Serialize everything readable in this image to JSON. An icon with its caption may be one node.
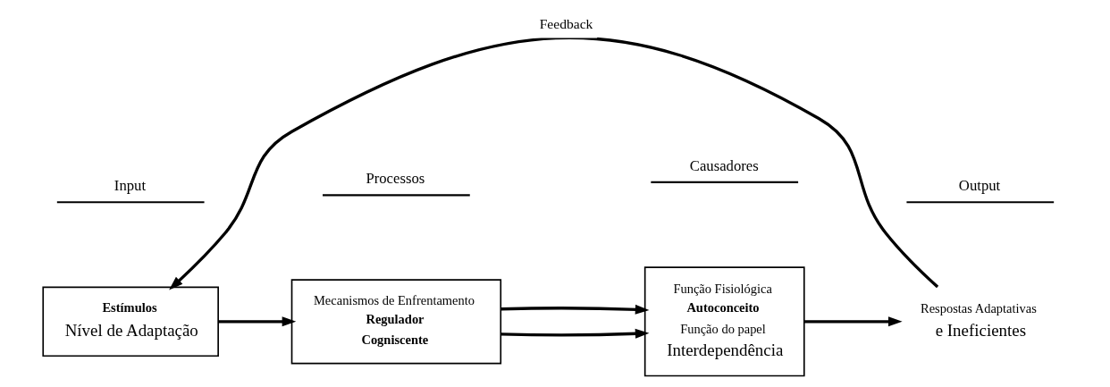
{
  "diagram": {
    "nodes": [
      {
        "text": [
          "Estímulos",
          "Nível de Adaptação"
        ]
      },
      {
        "text": [
          "Mecanismos de Enfrentamento",
          "Regulador",
          "Cogniscente"
        ]
      },
      {
        "text": [
          "Função Fisiológica",
          "Autoconceito",
          "Função do papel",
          "Interdependência"
        ]
      },
      {
        "text": [
          "Respostas Adaptativas",
          "e Ineficientes"
        ]
      }
    ],
    "edges": [
      {
        "from": 0,
        "to": 1,
        "arrow": "to"
      },
      {
        "from": 1,
        "to": 2,
        "arrow": "to"
      },
      {
        "from": 1,
        "to": 2,
        "arrow": "to"
      },
      {
        "from": 2,
        "to": 3,
        "arrow": "to"
      },
      {
        "from": 3,
        "to": 0,
        "arrow": "to",
        "label": "Feedback"
      }
    ],
    "labels": [
      "Input",
      "Processos",
      "Causadores",
      "Output"
    ]
  }
}
